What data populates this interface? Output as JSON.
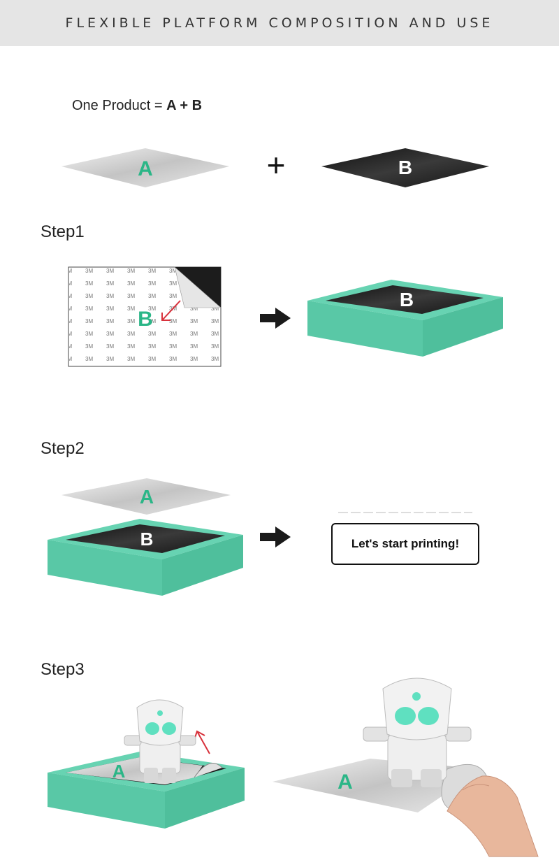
{
  "header": {
    "title": "FLEXIBLE PLATFORM COMPOSITION AND USE"
  },
  "formula": {
    "prefix": "One  Product = ",
    "expression": "A + B"
  },
  "labels": {
    "a": "A",
    "b": "B",
    "plus": "+"
  },
  "sticker_text": "3M",
  "steps": [
    {
      "label": "Step1"
    },
    {
      "label": "Step2"
    },
    {
      "label": "Step3"
    }
  ],
  "cta": {
    "label": "Let's start printing!"
  },
  "colors": {
    "teal": "#67d3b2",
    "teal_dark": "#4fbf9c",
    "black_sheet": "#1c1c1c",
    "gray_sheet": "#c9c9c9",
    "label_green": "#2bb687",
    "arrow_red": "#d8323c"
  },
  "icons": {
    "arrow": "right-arrow-icon",
    "robot": "robot-figure",
    "hand": "hand-icon"
  }
}
